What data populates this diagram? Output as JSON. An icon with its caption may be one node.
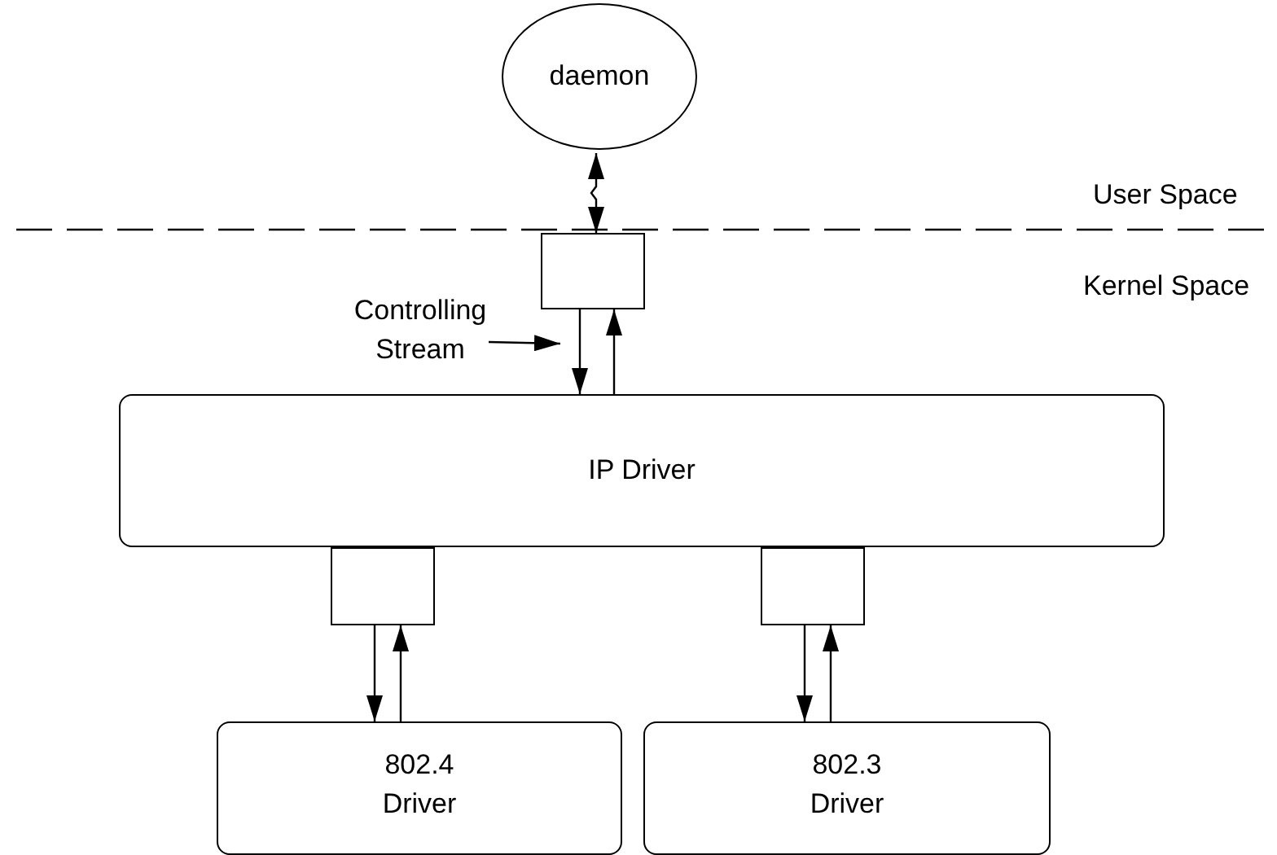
{
  "diagram": {
    "nodes": [
      {
        "text": [
          "daemon"
        ]
      },
      {
        "text": [],
        "shape": "box"
      },
      {
        "text": [
          "Controlling Stream"
        ]
      },
      {
        "text": [
          "IP Driver"
        ]
      },
      {
        "text": [],
        "shape": "box"
      },
      {
        "text": [],
        "shape": "box"
      },
      {
        "text": [
          "802.4 Driver"
        ]
      },
      {
        "text": [
          "802.3 Driver"
        ]
      }
    ],
    "edges": [
      {
        "from": 0,
        "to": 1,
        "arrow": "both"
      },
      {
        "from": 1,
        "to": 3,
        "arrow": "to"
      },
      {
        "from": 3,
        "to": 1,
        "arrow": "to"
      },
      {
        "from": 2,
        "to": 1,
        "arrow": "to"
      },
      {
        "from": 4,
        "to": 6,
        "arrow": "to"
      },
      {
        "from": 6,
        "to": 4,
        "arrow": "to"
      },
      {
        "from": 5,
        "to": 7,
        "arrow": "to"
      },
      {
        "from": 7,
        "to": 5,
        "arrow": "to"
      }
    ],
    "labels": [
      "User Space",
      "Kernel Space"
    ]
  }
}
